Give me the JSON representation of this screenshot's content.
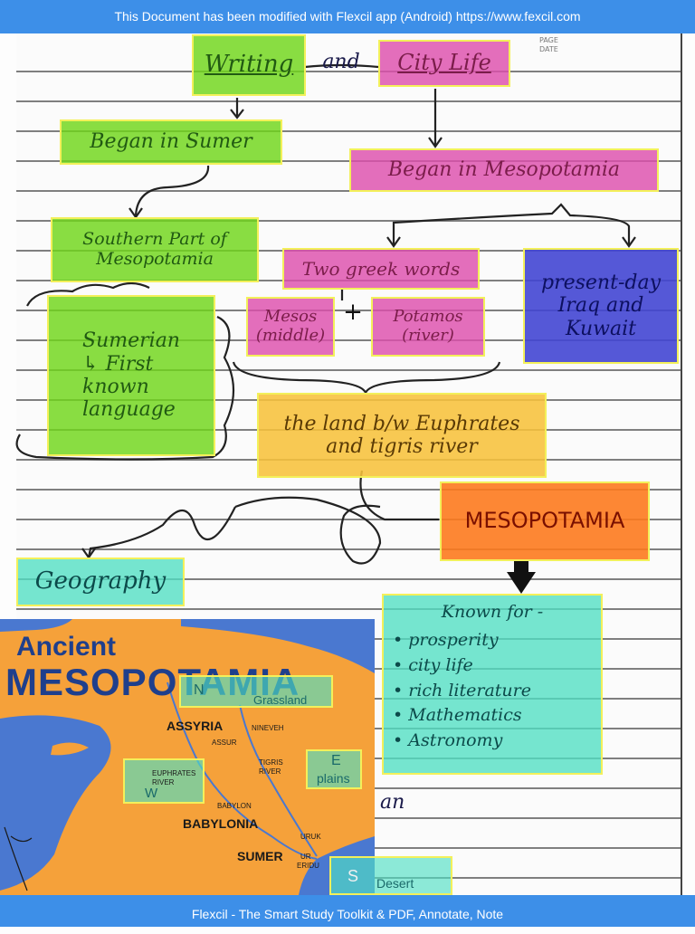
{
  "header": {
    "banner": "This Document has been modified with Flexcil app (Android) https://www.fexcil.com"
  },
  "footer": {
    "banner": "Flexcil - The Smart Study Toolkit & PDF, Annotate, Note"
  },
  "notes": {
    "writing": "Writing",
    "and": "and",
    "city_life": "City Life",
    "began_sumer": "Began in Sumer",
    "began_mesopotamia": "Began in Mesopotamia",
    "southern_part": "Southern Part of\nMesopotamia",
    "two_greek_words": "Two greek words",
    "present_day": "present-day\nIraq and\nKuwait",
    "sumerian": "Sumerian\n↳ First\nknown\nlanguage",
    "mesos": "Mesos\n(middle)",
    "plus": "+",
    "potamos": "Potamos\n(river)",
    "land_between": "the land b/w Euphrates\nand tigris river",
    "mesopotamia": "MESOPOTAMIA",
    "geography": "Geography",
    "known_for": {
      "heading": "Known for -",
      "items": [
        "prosperity",
        "city life",
        "rich literature",
        "Mathematics",
        "Astronomy"
      ]
    },
    "partial": "an"
  },
  "date_stamp": {
    "line1": "PAGE",
    "line2": "DATE"
  },
  "map": {
    "title_line1": "Ancient",
    "title_line2": "MESOPOTAMIA",
    "labels": {
      "assyria": "ASSYRIA",
      "nineveh": "NINEVEH",
      "assur": "ASSUR",
      "tigris": "TIGRIS\nRIVER",
      "euphrates": "EUPHRATES\nRIVER",
      "babylon": "BABYLON",
      "babylonia": "BABYLONIA",
      "sumer": "SUMER",
      "uruk": "URUK",
      "ur": "UR",
      "eridu": "ERIDU"
    },
    "overlays": {
      "north_letter": "N",
      "north_text": "Grassland",
      "east_letter": "E",
      "east_text": "plains",
      "west_letter": "W",
      "south_letter": "S",
      "south_text": "Desert"
    }
  },
  "colors": {
    "banner": "#3d8fe8",
    "green": "#6fd618",
    "pink": "#dd4eac",
    "blue": "#4246d3",
    "yellow": "#f7c13b",
    "orange": "#fd7a1e",
    "teal": "#50dfc3"
  }
}
